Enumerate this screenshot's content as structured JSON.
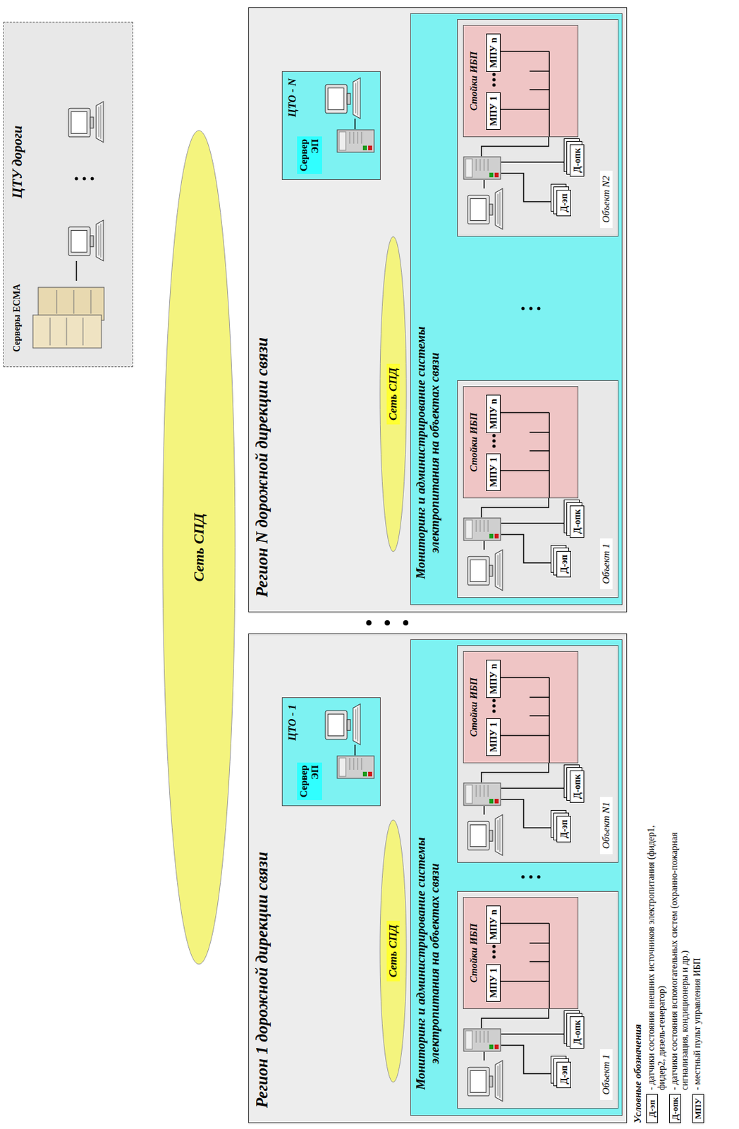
{
  "diagram": {
    "nodes": [
      {
        "text": [
          "ЦТУ дороги"
        ]
      },
      {
        "text": [
          "Сеть СПД"
        ]
      },
      {
        "text": [
          "Регион 1 дорожной дирекции связи"
        ]
      },
      {
        "text": [
          "ЦТО - 1"
        ],
        "in": 2
      },
      {
        "text": [
          "Сервер ЭП"
        ],
        "in": 3
      },
      {
        "text": [
          "Сеть СПД"
        ],
        "in": 2
      },
      {
        "text": [
          "Мониторинг и администрирование системы электропитания на объектах связи"
        ],
        "in": 2
      },
      {
        "text": [
          "Объект 1"
        ],
        "in": 6
      },
      {
        "text": [
          "Стойки ИБП"
        ],
        "in": 7
      },
      {
        "text": [
          "МПУ n"
        ],
        "in": 8
      },
      {
        "text": [
          "МПУ 1"
        ],
        "in": 8
      },
      {
        "text": [
          "Д-эп"
        ],
        "in": 7
      },
      {
        "text": [
          "Д-опк"
        ],
        "in": 7
      },
      {
        "text": [
          "Объект N1"
        ],
        "in": 6
      },
      {
        "text": [
          "Стойки ИБП"
        ],
        "in": 13
      },
      {
        "text": [
          "МПУ n"
        ],
        "in": 14
      },
      {
        "text": [
          "МПУ 1"
        ],
        "in": 14
      },
      {
        "text": [
          "Д-эп"
        ],
        "in": 13
      },
      {
        "text": [
          "Д-опк"
        ],
        "in": 13
      },
      {
        "text": [
          "Регион N дорожной дирекции связи"
        ]
      },
      {
        "text": [
          "ЦТО - N"
        ],
        "in": 19
      },
      {
        "text": [
          "Сервер ЭП"
        ],
        "in": 20
      },
      {
        "text": [
          "Сеть СПД"
        ],
        "in": 19
      },
      {
        "text": [
          "Мониторинг и администрирование системы электропитания на объектах связи"
        ],
        "in": 19
      },
      {
        "text": [
          "Объект 1"
        ],
        "in": 23
      },
      {
        "text": [
          "Стойки ИБП"
        ],
        "in": 24
      },
      {
        "text": [
          "МПУ n"
        ],
        "in": 25
      },
      {
        "text": [
          "МПУ 1"
        ],
        "in": 25
      },
      {
        "text": [
          "Д-эп"
        ],
        "in": 24
      },
      {
        "text": [
          "Д-опк"
        ],
        "in": 24
      },
      {
        "text": [
          "Объект N2"
        ],
        "in": 23
      },
      {
        "text": [
          "Стойки ИБП"
        ],
        "in": 30
      },
      {
        "text": [
          "МПУ n"
        ],
        "in": 31
      },
      {
        "text": [
          "МПУ 1"
        ],
        "in": 31
      },
      {
        "text": [
          "Д-эп"
        ],
        "in": 30
      },
      {
        "text": [
          "Д-опк"
        ],
        "in": 30
      }
    ],
    "edges": [
      {
        "from": 0,
        "to": 1,
        "arrow": "none"
      },
      {
        "from": 1,
        "to": 3,
        "arrow": "none"
      },
      {
        "from": 1,
        "to": 20,
        "arrow": "none"
      },
      {
        "from": 3,
        "to": 7,
        "arrow": "none"
      },
      {
        "from": 3,
        "to": 13,
        "arrow": "none"
      },
      {
        "from": 20,
        "to": 24,
        "arrow": "none"
      },
      {
        "from": 20,
        "to": 30,
        "arrow": "none"
      }
    ],
    "labels": [
      "Серверы ЕСМА",
      "Условные обозначения",
      "Д-эп",
      "Д-опк",
      "МПУ"
    ],
    "legend": [
      {
        "text": "- датчики состояния внешних источников электропитания (фидер1, фидер2, дизель-генератор)"
      },
      {
        "text": "- датчики состояния вспомогательных систем (охранно-пожарная сигнализация, кондиционеры и др.)"
      },
      {
        "text": "- местный пульт управления ИБП"
      }
    ]
  }
}
